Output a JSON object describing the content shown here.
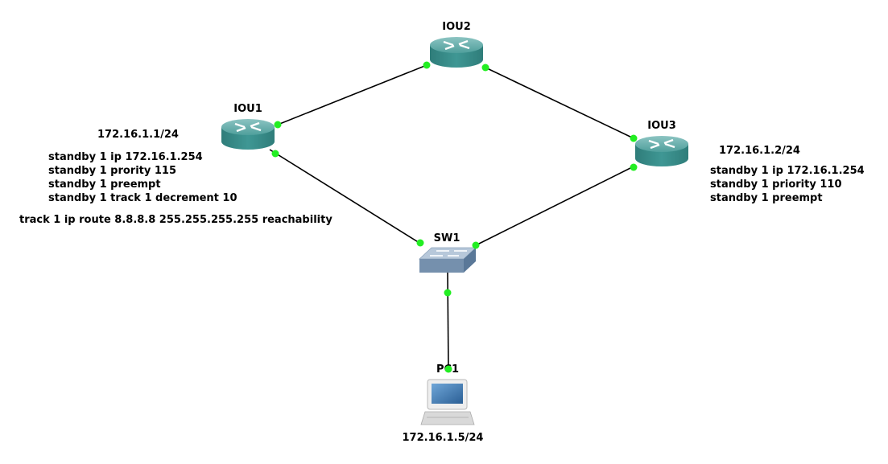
{
  "colors": {
    "link": "#000000",
    "port_status": "#22ee22",
    "router_body": "#3a8f8c",
    "router_top": "#7ab8b6",
    "switch_body": "#6d8bab",
    "switch_top": "#b7c8da"
  },
  "nodes": {
    "iou1": {
      "label": "IOU1",
      "type": "router",
      "icon": "router-icon"
    },
    "iou2": {
      "label": "IOU2",
      "type": "router",
      "icon": "router-icon"
    },
    "iou3": {
      "label": "IOU3",
      "type": "router",
      "icon": "router-icon"
    },
    "sw1": {
      "label": "SW1",
      "type": "switch",
      "icon": "switch-icon"
    },
    "pc1": {
      "label": "PC1",
      "type": "pc",
      "icon": "computer-icon"
    }
  },
  "links": [
    {
      "from": "iou1",
      "to": "iou2"
    },
    {
      "from": "iou2",
      "to": "iou3"
    },
    {
      "from": "iou1",
      "to": "sw1"
    },
    {
      "from": "iou3",
      "to": "sw1"
    },
    {
      "from": "sw1",
      "to": "pc1"
    }
  ],
  "notes": {
    "iou1_ip": "172.16.1.1/24",
    "iou1_config": [
      "standby 1 ip 172.16.1.254",
      "standby 1 prority 115",
      "standby 1 preempt",
      "standby 1 track 1 decrement 10"
    ],
    "iou1_track": "track 1 ip route 8.8.8.8 255.255.255.255 reachability",
    "iou3_ip": "172.16.1.2/24",
    "iou3_config": [
      "standby 1 ip 172.16.1.254",
      "standby 1 priority 110",
      "standby 1 preempt"
    ],
    "pc1_ip": "172.16.1.5/24"
  }
}
